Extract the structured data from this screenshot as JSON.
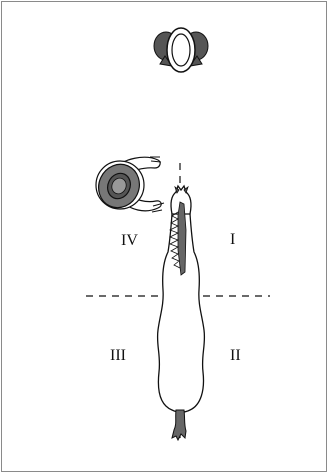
{
  "diagram": {
    "quadrants": {
      "q1": "I",
      "q2": "II",
      "q3": "III",
      "q4": "IV"
    },
    "icons": [
      "rider-head-icon",
      "handler-figure-icon",
      "horse-topview-icon"
    ],
    "colors": {
      "outline": "#111111",
      "dark_fill": "#555555",
      "hat_fill": "#777777",
      "mane_fill": "#666666",
      "axis_line": "#111111",
      "frame_border": "#8a8a8a"
    }
  }
}
